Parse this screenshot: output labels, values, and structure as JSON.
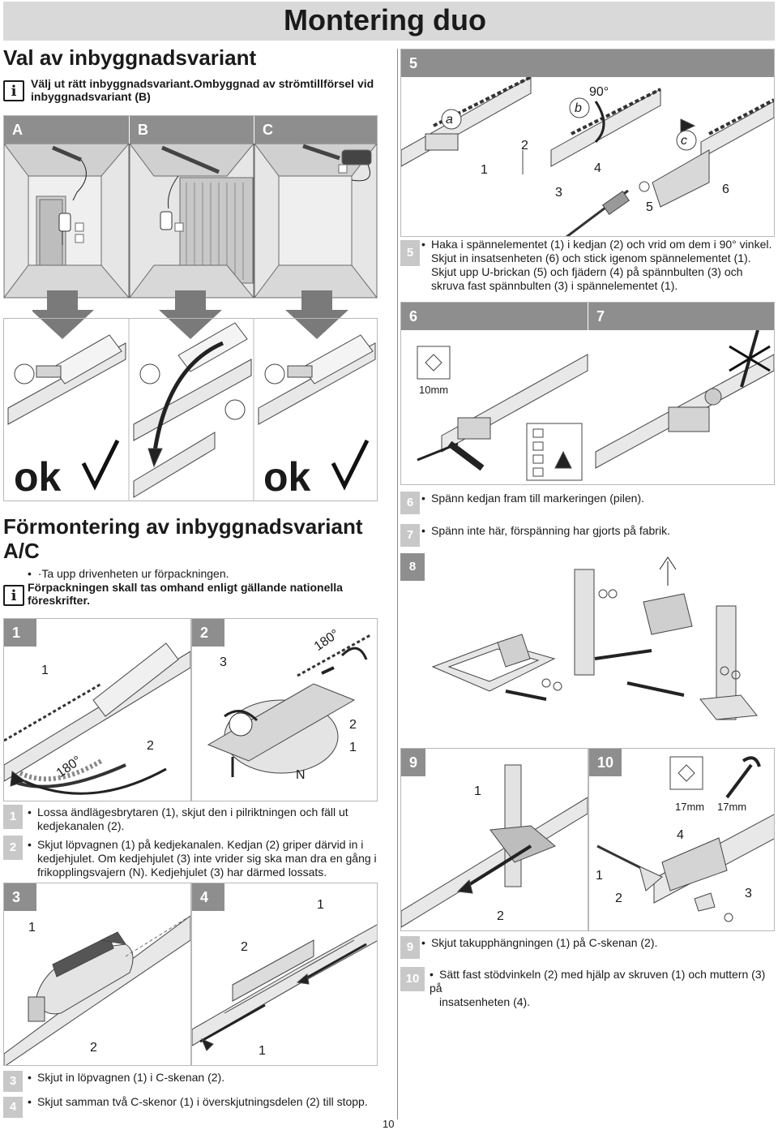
{
  "main_title": "Montering duo",
  "left_top": {
    "heading": "Val av inbyggnadsvariant",
    "info_lines": [
      "Välj ut rätt inbyggnadsvariant.Ombyggnad av strömtillförsel vid",
      "inbyggnadsvariant (B)"
    ],
    "variants": [
      "A",
      "B",
      "C"
    ],
    "ok_label": "ok"
  },
  "pre_assembly": {
    "heading_line1": "Förmontering av inbyggnadsvariant",
    "heading_line2": "A/C",
    "bullet": "·Ta upp drivenheten ur förpackningen.",
    "info_lines": [
      "Förpackningen skall tas omhand enligt gällande nationella",
      "föreskrifter."
    ]
  },
  "steps_left": {
    "s1": {
      "num": "1",
      "labels": [
        "1",
        "2",
        "180°"
      ]
    },
    "s2": {
      "num": "2",
      "labels": [
        "3",
        "180°",
        "2",
        "1",
        "N"
      ]
    },
    "desc1_num": "1",
    "desc1_lines": [
      "Lossa ändlägesbrytaren (1), skjut den i pilriktningen och fäll ut",
      "kedjekanalen (2)."
    ],
    "desc2_num": "2",
    "desc2_lines": [
      "Skjut löpvagnen (1) på kedjekanalen. Kedjan (2) griper därvid in i",
      "kedjehjulet. Om kedjehjulet (3) inte vrider sig ska man dra en gång i",
      "frikopplingsvajern (N). Kedjehjulet (3) har därmed lossats."
    ],
    "s3": {
      "num": "3",
      "labels": [
        "1",
        "2"
      ]
    },
    "s4": {
      "num": "4",
      "labels": [
        "1",
        "2",
        "1"
      ]
    },
    "desc3_num": "3",
    "desc3": "Skjut in löpvagnen (1) i C-skenan (2).",
    "desc4_num": "4",
    "desc4": "Skjut samman två C-skenor (1) i överskjutningsdelen (2) till stopp."
  },
  "steps_right": {
    "s5": {
      "num": "5",
      "labels": [
        "a",
        "b",
        "c",
        "90°",
        "1",
        "2",
        "3",
        "4",
        "5",
        "6"
      ]
    },
    "desc5_num": "5",
    "desc5_lines": [
      "Haka i spännelementet (1) i kedjan (2) och vrid om dem i 90° vinkel.",
      "Skjut in insatsenheten (6) och stick igenom spännelementet (1).",
      "Skjut upp U-brickan (5) och fjädern (4) på spännbulten (3) och",
      "skruva fast spännbulten (3) i spännelementet (1)."
    ],
    "s6": {
      "num": "6",
      "wrench": "10mm"
    },
    "s7": {
      "num": "7"
    },
    "desc6_num": "6",
    "desc6": "Spänn kedjan fram till markeringen (pilen).",
    "desc7_num": "7",
    "desc7": "Spänn inte här, förspänning har gjorts på fabrik.",
    "s8": {
      "num": "8"
    },
    "s9": {
      "num": "9",
      "labels": [
        "1",
        "2"
      ]
    },
    "s10": {
      "num": "10",
      "labels": [
        "17mm",
        "17mm",
        "4",
        "1",
        "2",
        "3"
      ]
    },
    "desc9_num": "9",
    "desc9": "Skjut takupphängningen (1) på C-skenan (2).",
    "desc10_num": "10",
    "desc10_lines": [
      "Sätt fast stödvinkeln (2) med hjälp av skruven (1) och muttern (3) på",
      "insatsenheten (4)."
    ]
  },
  "page_number": "10",
  "colors": {
    "header_grey": "#8e8e8e",
    "title_grey": "#d9d9d9",
    "num_box_grey": "#c8c8c8",
    "arrow_grey": "#7a7a7a"
  }
}
